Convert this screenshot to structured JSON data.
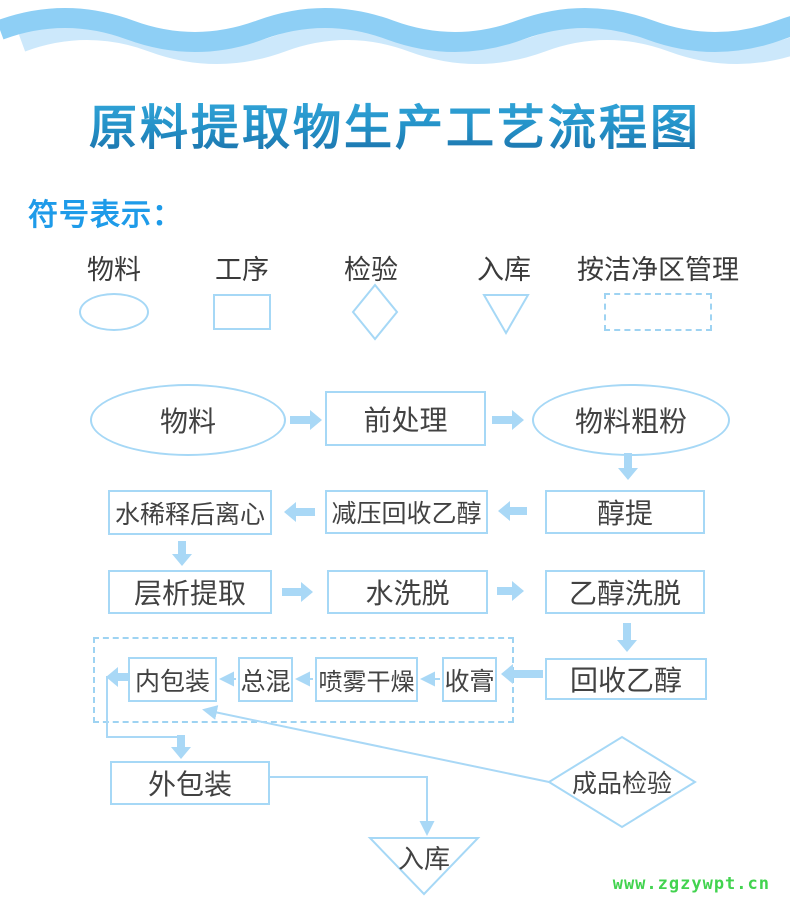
{
  "page": {
    "title": "原料提取物生产工艺流程图",
    "legend_heading": "符号表示：",
    "watermark": "www.zgzywpt.cn"
  },
  "colors": {
    "title_gradient_top": "#38ACDF",
    "title_gradient_bottom": "#1B6EA7",
    "legend_heading_blue": "#1E9BE9",
    "shape_border_blue": "#A6D8F6",
    "dashed_border_blue": "#9ED3F2",
    "arrow_blue": "#A9D8F6",
    "node_text_gray": "#424242",
    "wave_medium_blue": "#8ECFF5",
    "wave_light_blue": "#CCE8FB",
    "watermark_green": "#42D34F"
  },
  "legend": {
    "items": [
      {
        "label": "物料",
        "shape": "ellipse"
      },
      {
        "label": "工序",
        "shape": "rectangle"
      },
      {
        "label": "检验",
        "shape": "diamond"
      },
      {
        "label": "入库",
        "shape": "triangle-down"
      },
      {
        "label": "按洁净区管理",
        "shape": "dashed-rectangle"
      }
    ]
  },
  "flowchart": {
    "material": "物料",
    "pretreatment": "前处理",
    "coarse_powder": "物料粗粉",
    "alcohol_extraction": "醇提",
    "vacuum_ethanol_recovery": "减压回收乙醇",
    "water_dilution_centrifuge": "水稀释后离心",
    "chromatography_extraction": "层析提取",
    "water_elution": "水洗脱",
    "ethanol_elution": "乙醇洗脱",
    "ethanol_recovery": "回收乙醇",
    "paste_collection": "收膏",
    "spray_drying": "喷雾干燥",
    "total_mixing": "总混",
    "inner_packaging": "内包装",
    "outer_packaging": "外包装",
    "finished_product_inspection": "成品检验",
    "warehousing": "入库"
  }
}
